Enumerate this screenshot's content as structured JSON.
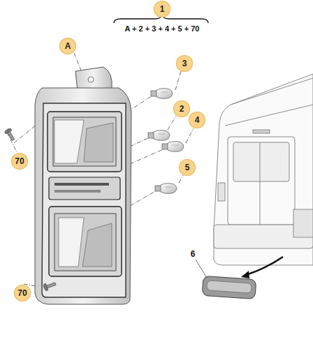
{
  "diagram": {
    "nodes": [
      {
        "text": [
          "1"
        ]
      },
      {
        "text": [
          "A"
        ]
      },
      {
        "text": [
          "3"
        ]
      },
      {
        "text": [
          "2"
        ]
      },
      {
        "text": [
          "4"
        ]
      },
      {
        "text": [
          "5"
        ]
      },
      {
        "text": [
          "70"
        ]
      },
      {
        "text": [
          "70"
        ]
      }
    ],
    "labels": [
      "A + 2 + 3 + 4 + 5 + 70",
      "6"
    ]
  }
}
